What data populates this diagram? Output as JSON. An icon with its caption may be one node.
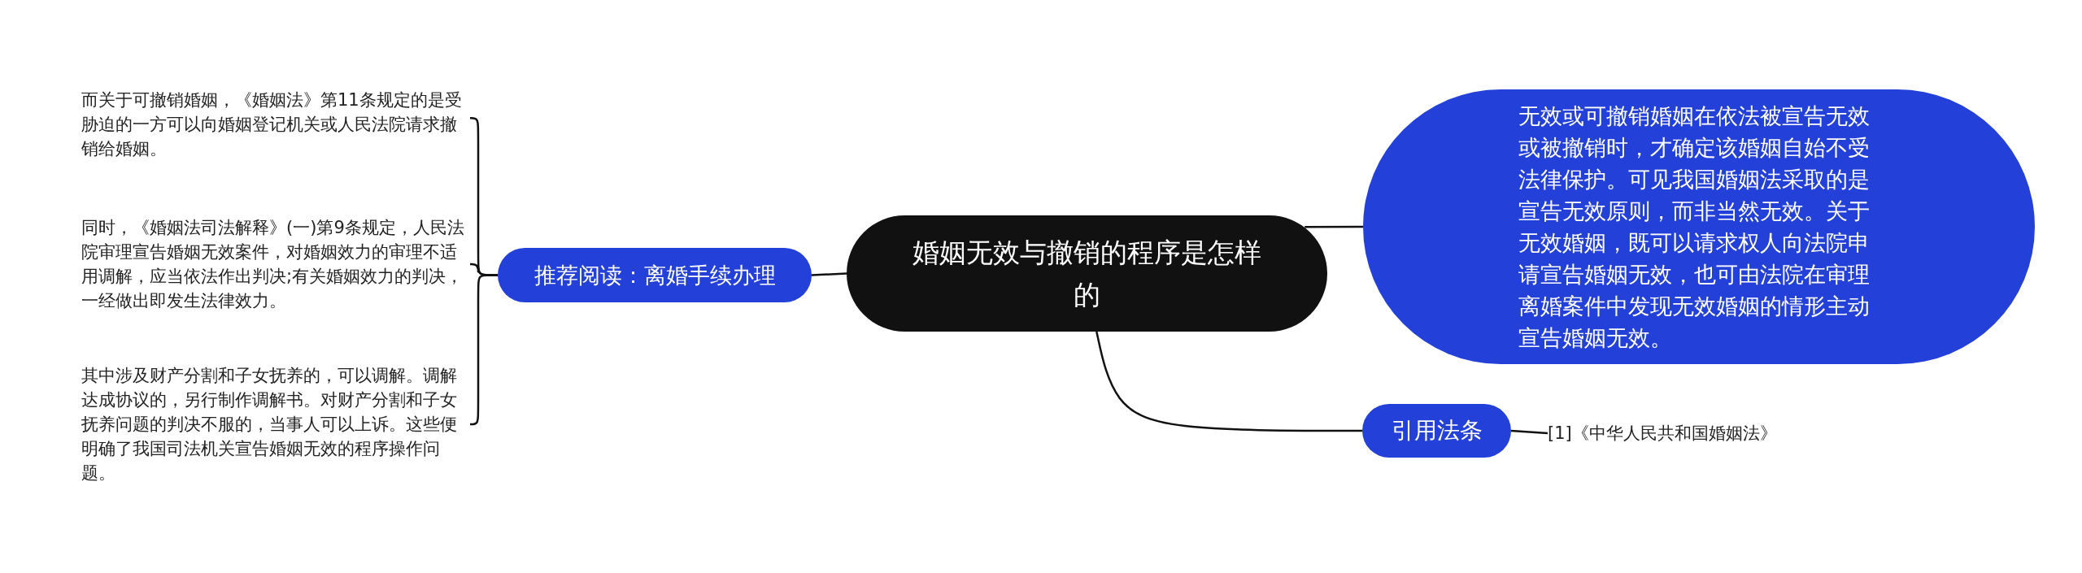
{
  "diagram": {
    "nodes": [
      {
        "text": [
          "婚姻无效与撤销的程序是怎样的"
        ]
      },
      {
        "text": [
          "推荐阅读：离婚手续办理"
        ]
      },
      {
        "text": [
          "而关于可撤销婚姻，《婚姻法》第11条规定的是受胁迫的一方可以向婚姻登记机关或人民法院请求撤销给婚姻。"
        ]
      },
      {
        "text": [
          "同时，《婚姻法司法解释》(一)第9条规定，人民法院审理宣告婚姻无效案件，对婚姻效力的审理不适用调解，应当依法作出判决;有关婚姻效力的判决，一经做出即发生法律效力。"
        ]
      },
      {
        "text": [
          "其中涉及财产分割和子女抚养的，可以调解。调解达成协议的，另行制作调解书。对财产分割和子女抚养问题的判决不服的，当事人可以上诉。这些便明确了我国司法机关宣告婚姻无效的程序操作问题。"
        ]
      },
      {
        "text": [
          "无效或可撤销婚姻在依法被宣告无效或被撤销时，才确定该婚姻自始不受法律保护。可见我国婚姻法采取的是宣告无效原则，而非当然无效。关于无效婚姻，既可以请求权人向法院申请宣告婚姻无效，也可由法院在审理离婚案件中发现无效婚姻的情形主动宣告婚姻无效。"
        ]
      },
      {
        "text": [
          "引用法条"
        ]
      },
      {
        "text": [
          "[1]《中华人民共和国婚姻法》"
        ]
      }
    ],
    "edges": [
      {
        "from": 0,
        "to": 1,
        "arrow": "none"
      },
      {
        "from": 1,
        "to": 2,
        "arrow": "none"
      },
      {
        "from": 1,
        "to": 3,
        "arrow": "none"
      },
      {
        "from": 1,
        "to": 4,
        "arrow": "none"
      },
      {
        "from": 0,
        "to": 5,
        "arrow": "none"
      },
      {
        "from": 0,
        "to": 6,
        "arrow": "none"
      },
      {
        "from": 6,
        "to": 7,
        "arrow": "none"
      }
    ]
  }
}
